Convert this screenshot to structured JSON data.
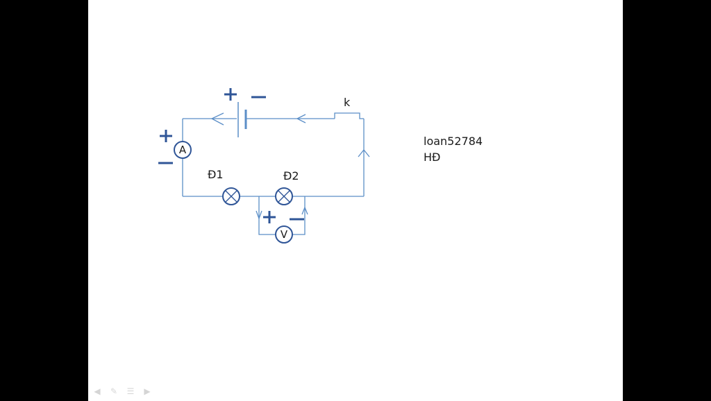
{
  "diagram": {
    "ammeter_label": "A",
    "voltmeter_label": "V",
    "lamp1_label": "Đ1",
    "lamp2_label": "Đ2",
    "switch_label": "k",
    "battery_plus": "+",
    "battery_minus": "−",
    "ammeter_plus": "+",
    "ammeter_minus": "−",
    "voltmeter_plus": "+",
    "voltmeter_minus": "−"
  },
  "author": {
    "line1": "loan52784",
    "line2": "HĐ"
  },
  "colors": {
    "wire": "#5b8ec7",
    "component": "#2f5597",
    "background": "#ffffff",
    "letterbox": "#000000"
  },
  "slideshow_controls": [
    "previous-icon",
    "pen-icon",
    "menu-icon",
    "next-icon"
  ]
}
